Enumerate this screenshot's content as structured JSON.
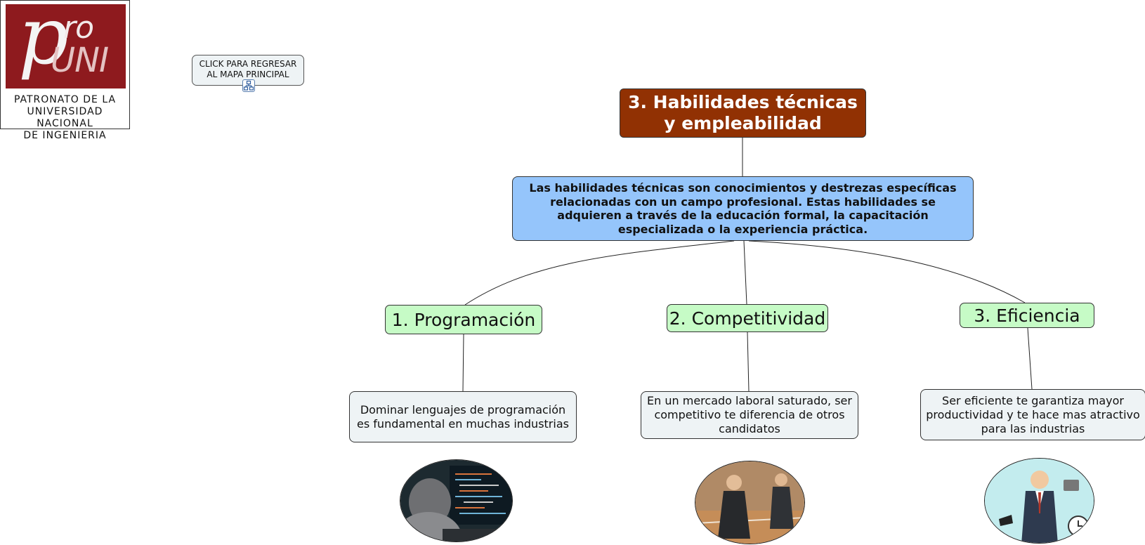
{
  "logo": {
    "brand": "proUNI",
    "brand_pro_letter": "p",
    "brand_ro": "ro",
    "brand_uni": "UNI",
    "caption_lines": [
      "PATRONATO DE LA",
      "UNIVERSIDAD NACIONAL",
      "DE INGENIERIA"
    ]
  },
  "back_button": {
    "lines": [
      "CLICK PARA REGRESAR",
      "AL MAPA PRINCIPAL"
    ],
    "icon": "sitemap-icon"
  },
  "map": {
    "title": "3. Habilidades técnicas y empleabilidad",
    "description": "Las habilidades técnicas son conocimientos y destrezas específicas relacionadas con un campo profesional. Estas habilidades se adquieren a través de la educación formal, la capacitación especializada o la experiencia práctica.",
    "branches": [
      {
        "label": "1. Programación",
        "text": "Dominar lenguajes de programación es fundamental en muchas industrias",
        "image": "programmer-at-computer-photo"
      },
      {
        "label": "2. Competitividad",
        "text": "En un mercado laboral saturado, ser competitivo te diferencia de otros candidatos",
        "image": "business-race-start-photo"
      },
      {
        "label": "3. Eficiencia",
        "text": "Ser eficiente te garantiza mayor productividad y te hace mas atractivo para las industrias",
        "image": "multitasking-businessman-illustration"
      }
    ]
  },
  "colors": {
    "title_bg": "#913103",
    "description_bg": "#95c5fb",
    "branch_bg": "#c6fbc6",
    "text_node_bg": "#eef3f5",
    "logo_red": "#8e1a1e"
  }
}
